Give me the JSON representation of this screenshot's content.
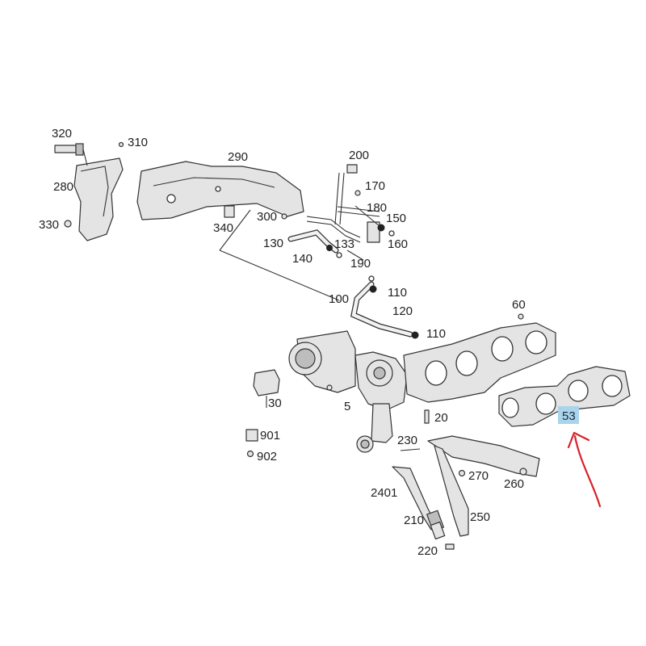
{
  "callouts": {
    "c320": "320",
    "c310": "310",
    "c290": "290",
    "c280": "280",
    "c330": "330",
    "c200": "200",
    "c170": "170",
    "c180": "180",
    "c150": "150",
    "c300": "300",
    "c340": "340",
    "c130": "130",
    "c133": "133",
    "c160": "160",
    "c140": "140",
    "c190": "190",
    "c110a": "110",
    "c100": "100",
    "c120": "120",
    "c110b": "110",
    "c60": "60",
    "c5": "5",
    "c30": "30",
    "c20": "20",
    "c901": "901",
    "c902": "902",
    "c230": "230",
    "c270": "270",
    "c260": "260",
    "c2401": "2401",
    "c250": "250",
    "c210": "210",
    "c220": "220"
  },
  "highlight": {
    "label": "53",
    "fill": "#a9d4ec"
  },
  "arrow": {
    "color": "#d8232a"
  }
}
